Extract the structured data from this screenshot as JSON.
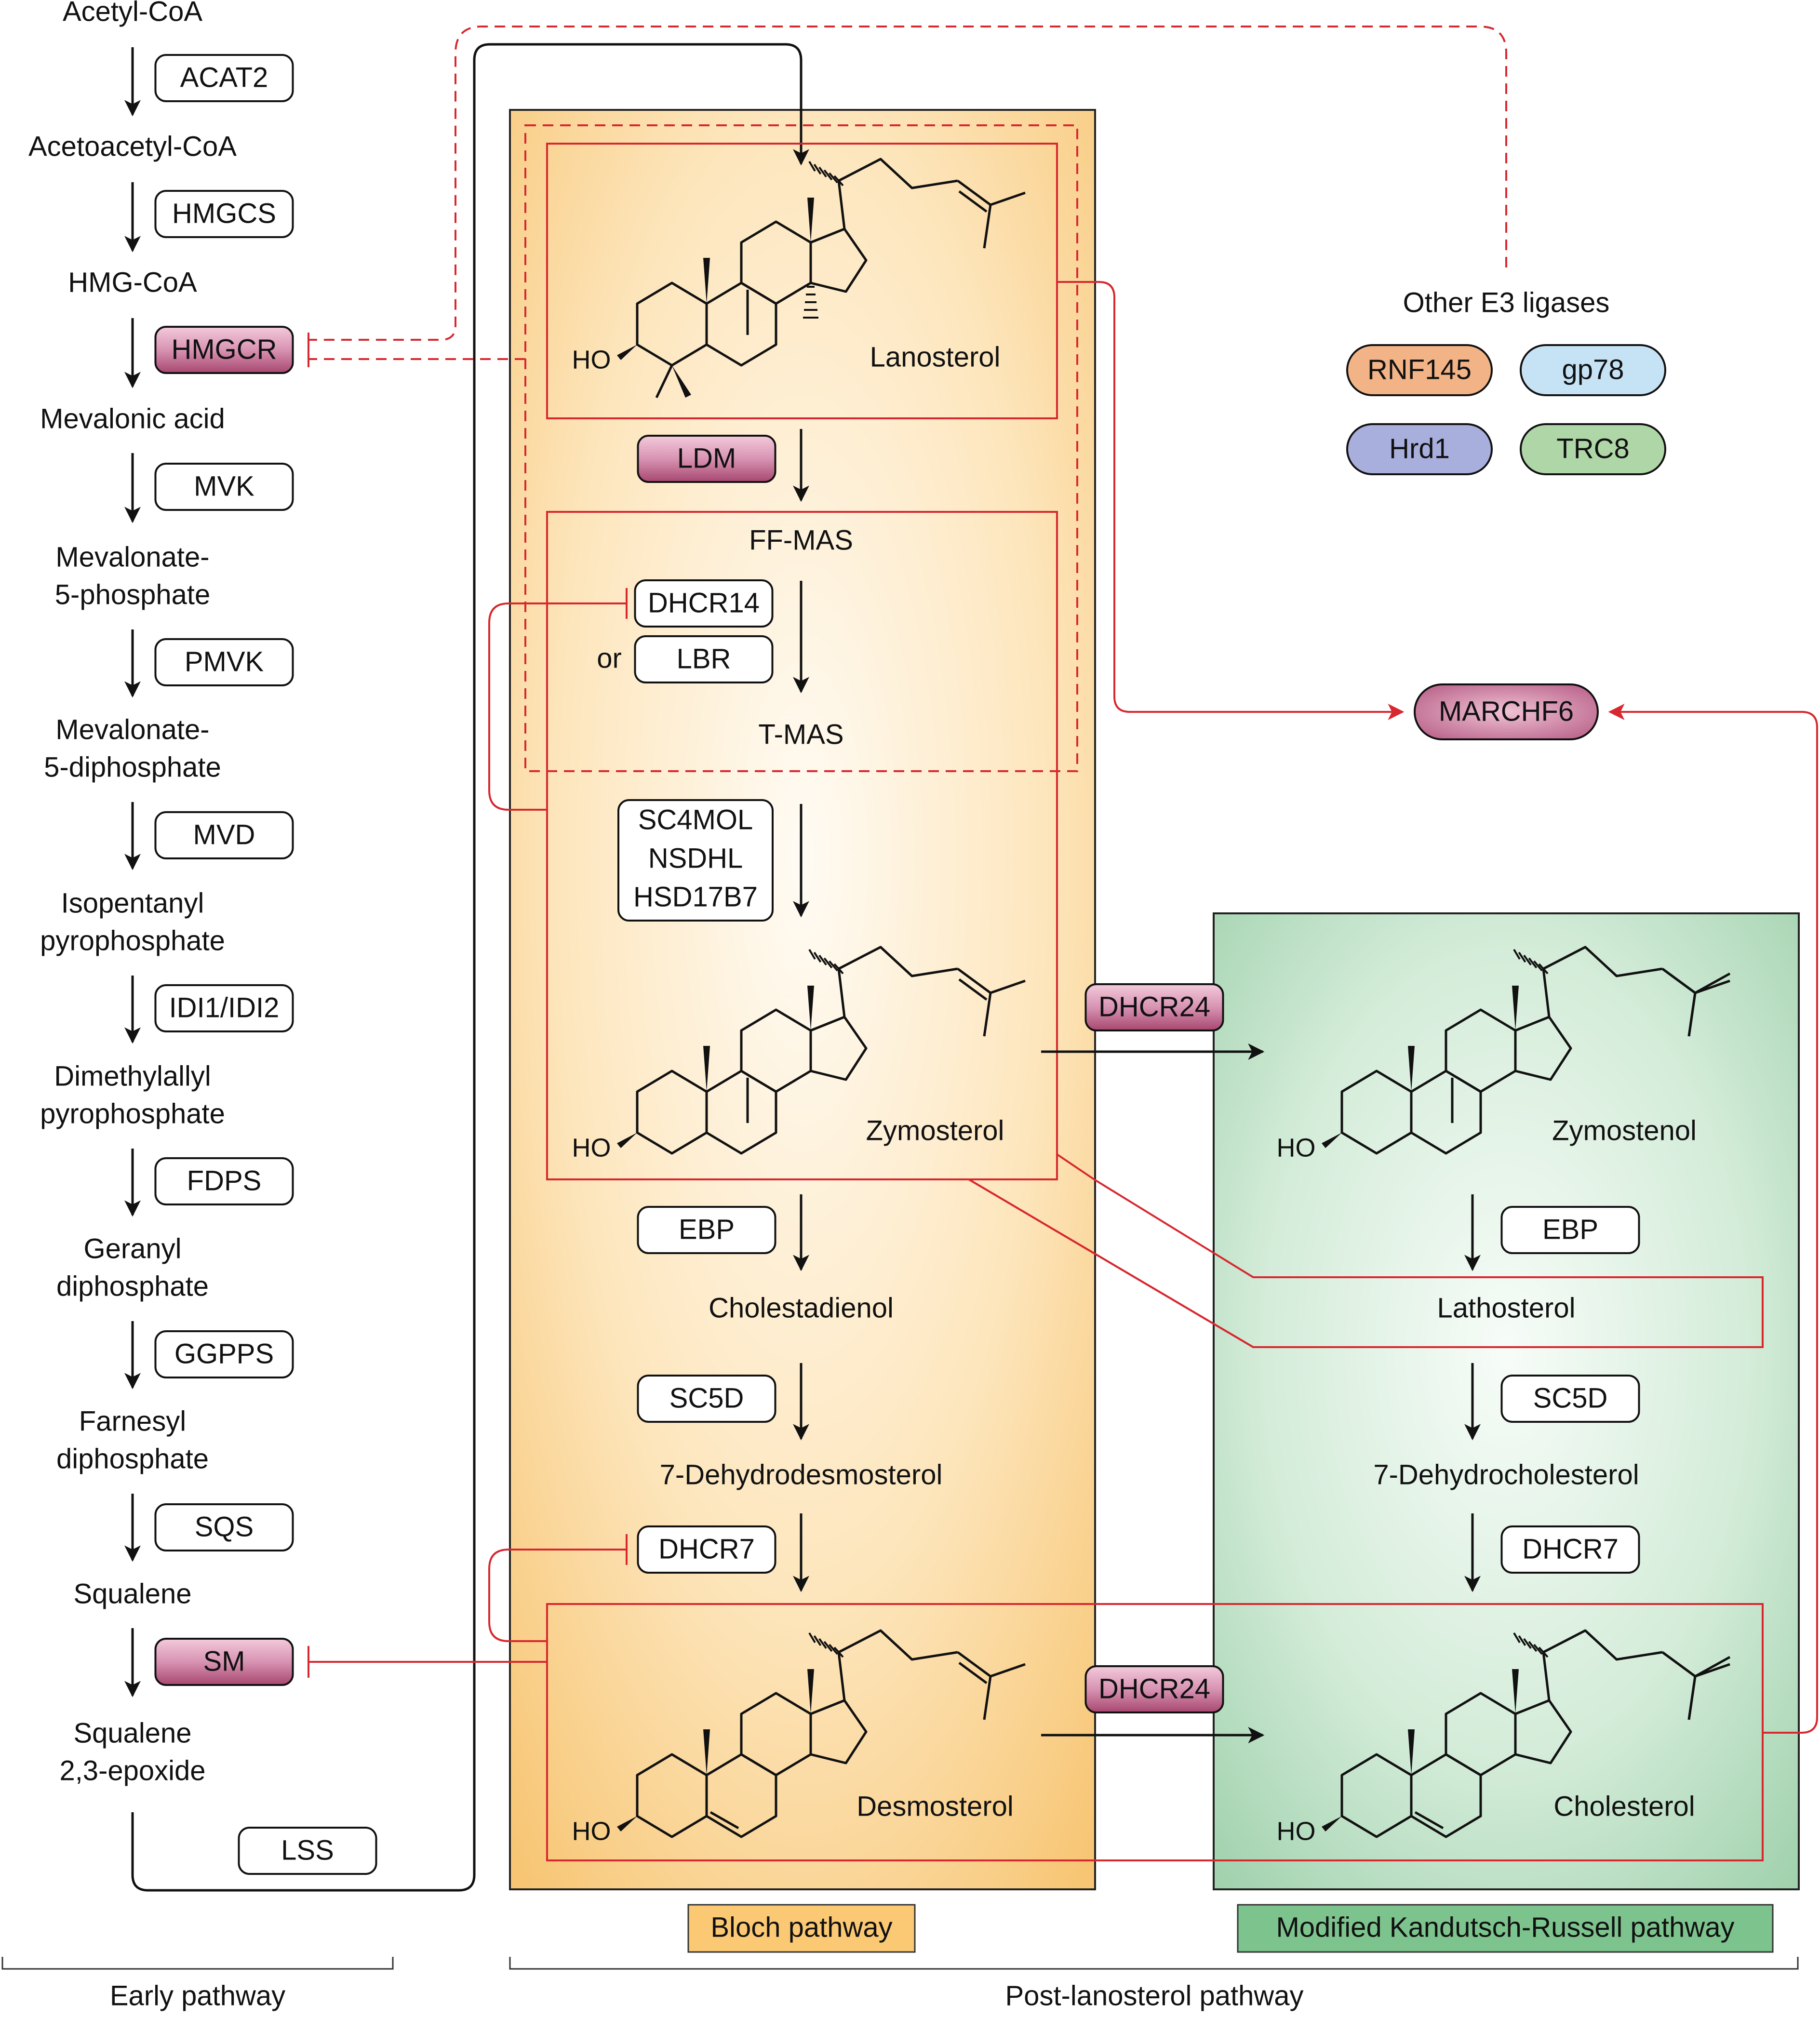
{
  "early": {
    "metabolites": [
      {
        "id": "acetyl-coa",
        "lines": [
          "Acetyl-CoA"
        ]
      },
      {
        "id": "acetoacetyl-coa",
        "lines": [
          "Acetoacetyl-CoA"
        ]
      },
      {
        "id": "hmg-coa",
        "lines": [
          "HMG-CoA"
        ]
      },
      {
        "id": "mevalonic-acid",
        "lines": [
          "Mevalonic acid"
        ]
      },
      {
        "id": "mevalonate-5-phosphate",
        "lines": [
          "Mevalonate-",
          "5-phosphate"
        ]
      },
      {
        "id": "mevalonate-5-diphosphate",
        "lines": [
          "Mevalonate-",
          "5-diphosphate"
        ]
      },
      {
        "id": "isopentanyl-pyrophosphate",
        "lines": [
          "Isopentanyl",
          "pyrophosphate"
        ]
      },
      {
        "id": "dimethylallyl-pyrophosphate",
        "lines": [
          "Dimethylallyl",
          "pyrophosphate"
        ]
      },
      {
        "id": "geranyl-diphosphate",
        "lines": [
          "Geranyl",
          "diphosphate"
        ]
      },
      {
        "id": "farnesyl-diphosphate",
        "lines": [
          "Farnesyl",
          "diphosphate"
        ]
      },
      {
        "id": "squalene",
        "lines": [
          "Squalene"
        ]
      },
      {
        "id": "squalene-epoxide",
        "lines": [
          "Squalene",
          "2,3-epoxide"
        ]
      }
    ],
    "enzymes": [
      {
        "id": "acat2",
        "label": "ACAT2",
        "highlight": false
      },
      {
        "id": "hmgcs",
        "label": "HMGCS",
        "highlight": false
      },
      {
        "id": "hmgcr",
        "label": "HMGCR",
        "highlight": true
      },
      {
        "id": "mvk",
        "label": "MVK",
        "highlight": false
      },
      {
        "id": "pmvk",
        "label": "PMVK",
        "highlight": false
      },
      {
        "id": "mvd",
        "label": "MVD",
        "highlight": false
      },
      {
        "id": "idi",
        "label": "IDI1/IDI2",
        "highlight": false
      },
      {
        "id": "fdps",
        "label": "FDPS",
        "highlight": false
      },
      {
        "id": "ggpps",
        "label": "GGPPS",
        "highlight": false
      },
      {
        "id": "sqs",
        "label": "SQS",
        "highlight": false
      },
      {
        "id": "sm",
        "label": "SM",
        "highlight": true
      }
    ],
    "lss_label": "LSS"
  },
  "bloch": {
    "lanosterol": "Lanosterol",
    "ldm": "LDM",
    "ff_mas": "FF-MAS",
    "dhcr14": "DHCR14",
    "or": "or",
    "lbr": "LBR",
    "t_mas": "T-MAS",
    "sc4mol_lines": [
      "SC4MOL",
      "NSDHL",
      "HSD17B7"
    ],
    "zymosterol": "Zymosterol",
    "ebp": "EBP",
    "cholestadienol": "Cholestadienol",
    "sc5d": "SC5D",
    "dehydrodesmosterol": "7-Dehydrodesmosterol",
    "dhcr7": "DHCR7",
    "desmosterol": "Desmosterol",
    "ho": "HO"
  },
  "kr": {
    "zymostenol": "Zymostenol",
    "ebp": "EBP",
    "lathosterol": "Lathosterol",
    "sc5d": "SC5D",
    "dehydrocholesterol": "7-Dehydrocholesterol",
    "dhcr7": "DHCR7",
    "cholesterol": "Cholesterol",
    "ho": "HO"
  },
  "dhcr24_labels": [
    "DHCR24",
    "DHCR24"
  ],
  "e3": {
    "title": "Other E3 ligases",
    "ligases": [
      {
        "id": "rnf145",
        "label": "RNF145",
        "color": "#f2b487"
      },
      {
        "id": "gp78",
        "label": "gp78",
        "color": "#c6e3f6"
      },
      {
        "id": "hrd1",
        "label": "Hrd1",
        "color": "#a9afdd"
      },
      {
        "id": "trc8",
        "label": "TRC8",
        "color": "#aed6a6"
      }
    ],
    "marchf6": "MARCHF6"
  },
  "pathway_labels": {
    "bloch": "Bloch pathway",
    "kr": "Modified Kandutsch-Russell pathway",
    "early": "Early pathway",
    "post": "Post-lanosterol pathway"
  },
  "colors": {
    "bloch_gradient": [
      "#fffaf2",
      "#f8c97a"
    ],
    "kr_gradient": [
      "#f5fbf6",
      "#a4d3b0"
    ],
    "red": "#d7282f",
    "highlight_enzyme": [
      "#e9b3cb",
      "#b2557f"
    ],
    "bloch_label_bg": "#fbc974",
    "kr_label_bg": "#7cc38d"
  }
}
